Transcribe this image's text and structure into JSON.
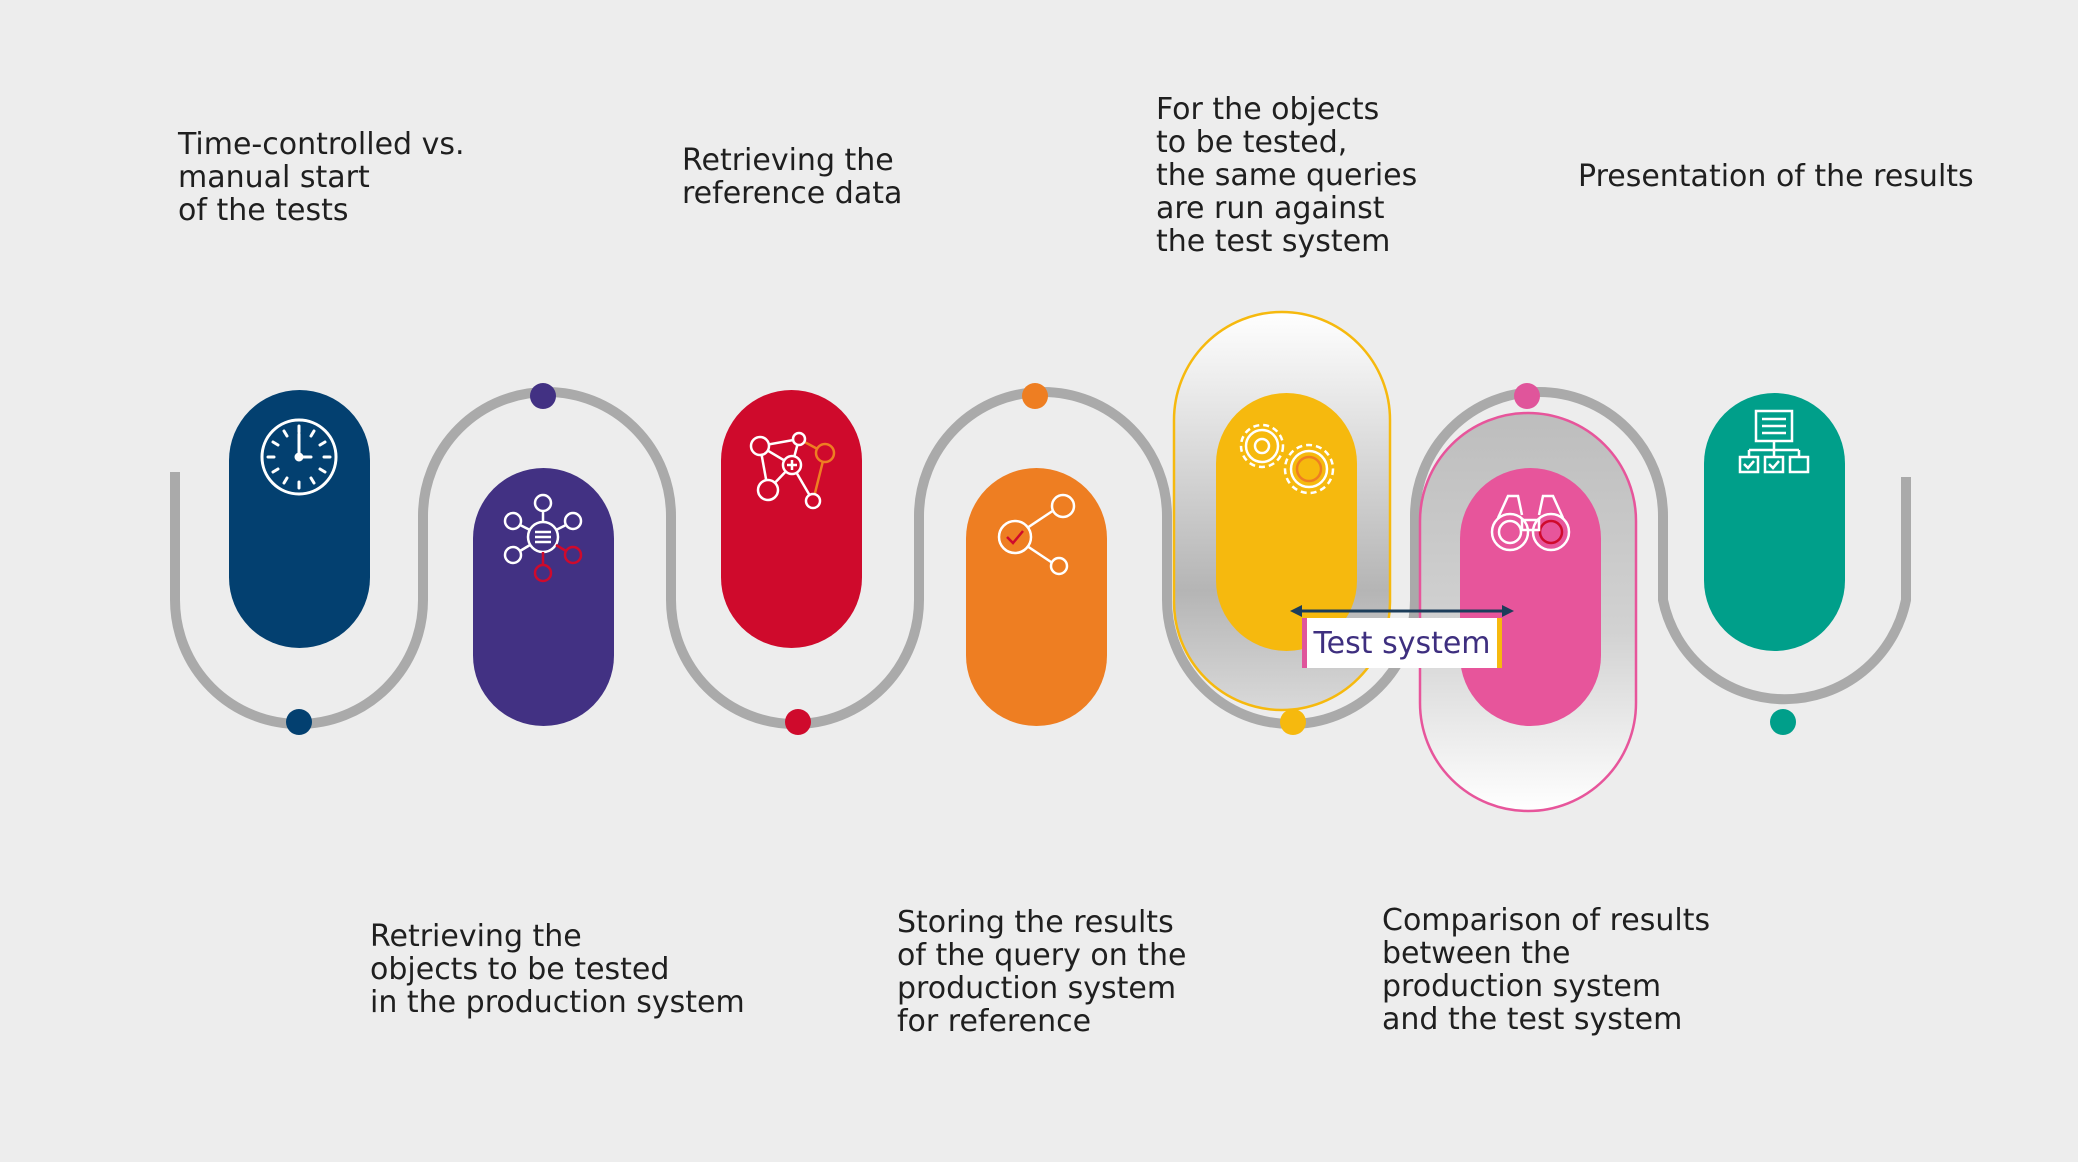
{
  "steps": [
    {
      "text": "Time-controlled vs.\nmanual start\nof the tests",
      "color": "#034070",
      "icon": "clock-icon"
    },
    {
      "text": "Retrieving the\nobjects to be tested\nin the production system",
      "color": "#423183",
      "icon": "network-hub-icon"
    },
    {
      "text": "Retrieving the\nreference data",
      "color": "#cf0a2c",
      "icon": "molecule-network-icon"
    },
    {
      "text": "Storing the results\nof the query on the\nproduction system\nfor reference",
      "color": "#ee7e22",
      "icon": "share-icon"
    },
    {
      "text": "For the objects\nto be tested,\nthe same queries\nare run against\nthe test system",
      "color": "#f6b90e",
      "icon": "gears-icon"
    },
    {
      "text": "Comparison of results\nbetween the\nproduction system\nand the test system",
      "color": "#e7559b",
      "icon": "binoculars-icon"
    },
    {
      "text": "Presentation of the results",
      "color": "#009f8a",
      "icon": "hierarchy-chart-icon"
    }
  ],
  "test_system_label": "Test system"
}
